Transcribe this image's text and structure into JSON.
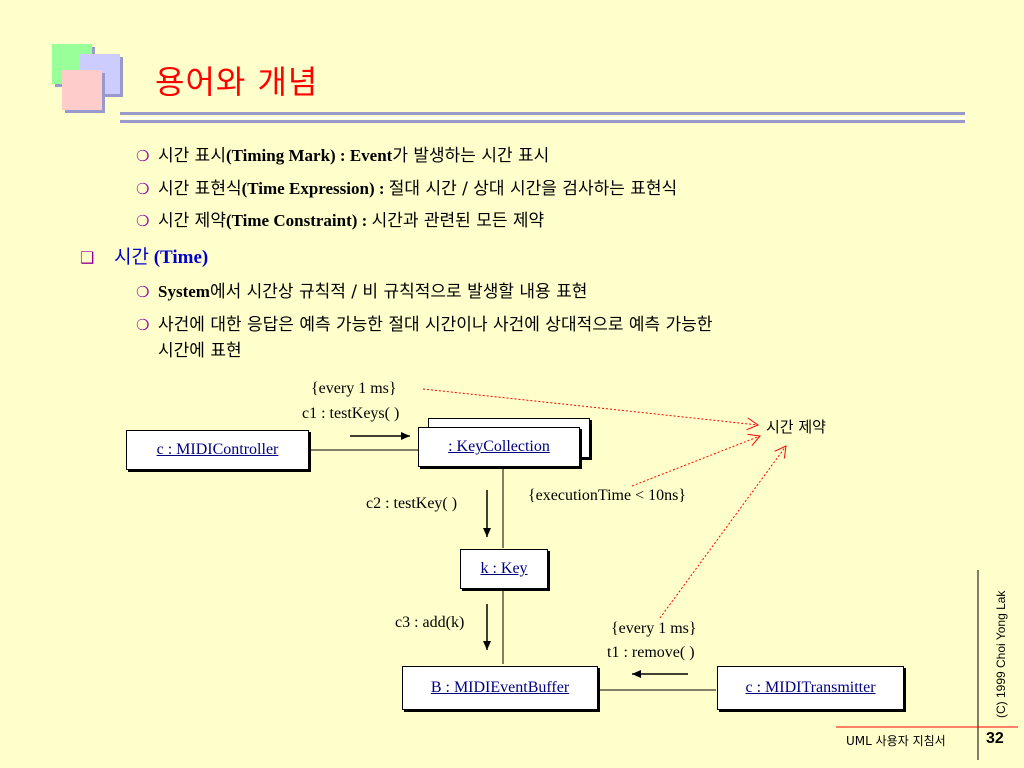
{
  "title": "용어와 개념",
  "bullets": [
    {
      "kor_prefix": "시간 표시",
      "eng": "(Timing Mark) : Event",
      "kor_suffix": "가 발생하는 시간 표시"
    },
    {
      "kor_prefix": "시간 표현식",
      "eng": "(Time Expression) : ",
      "kor_suffix": "절대 시간 / 상대 시간을 검사하는 표현식"
    },
    {
      "kor_prefix": "시간 제약",
      "eng": "(Time Constraint) : ",
      "kor_suffix": "시간과 관련된 모든 제약"
    }
  ],
  "section": {
    "kor": "시간",
    "eng": " (Time)"
  },
  "section_bullets": [
    {
      "eng": "System",
      "kor": "에서 시간상 규칙적 / 비 규칙적으로 발생할 내용 표현"
    },
    {
      "line1": "사건에 대한 응답은 예측 가능한 절대 시간이나 사건에 상대적으로 예측 가능한",
      "line2": "시간에 표현"
    }
  ],
  "diagram": {
    "boxes": {
      "controller": "c : MIDIController",
      "keycollection": ": KeyCollection",
      "key": "k : Key",
      "buffer": "B : MIDIEventBuffer",
      "transmitter": "c : MIDITransmitter"
    },
    "labels": {
      "every1": "{every 1 ms}",
      "c1": "c1 : testKeys( )",
      "c2": "c2 : testKey( )",
      "exec": "{executionTime < 10ns}",
      "c3": "c3 : add(k)",
      "every2": "{every 1 ms}",
      "t1": "t1 : remove( )",
      "constraint": "시간 제약"
    }
  },
  "footer": {
    "copyright": "(C) 1999  Choi Yong Lak",
    "text": "UML 사용자 지침서",
    "page": "32"
  }
}
